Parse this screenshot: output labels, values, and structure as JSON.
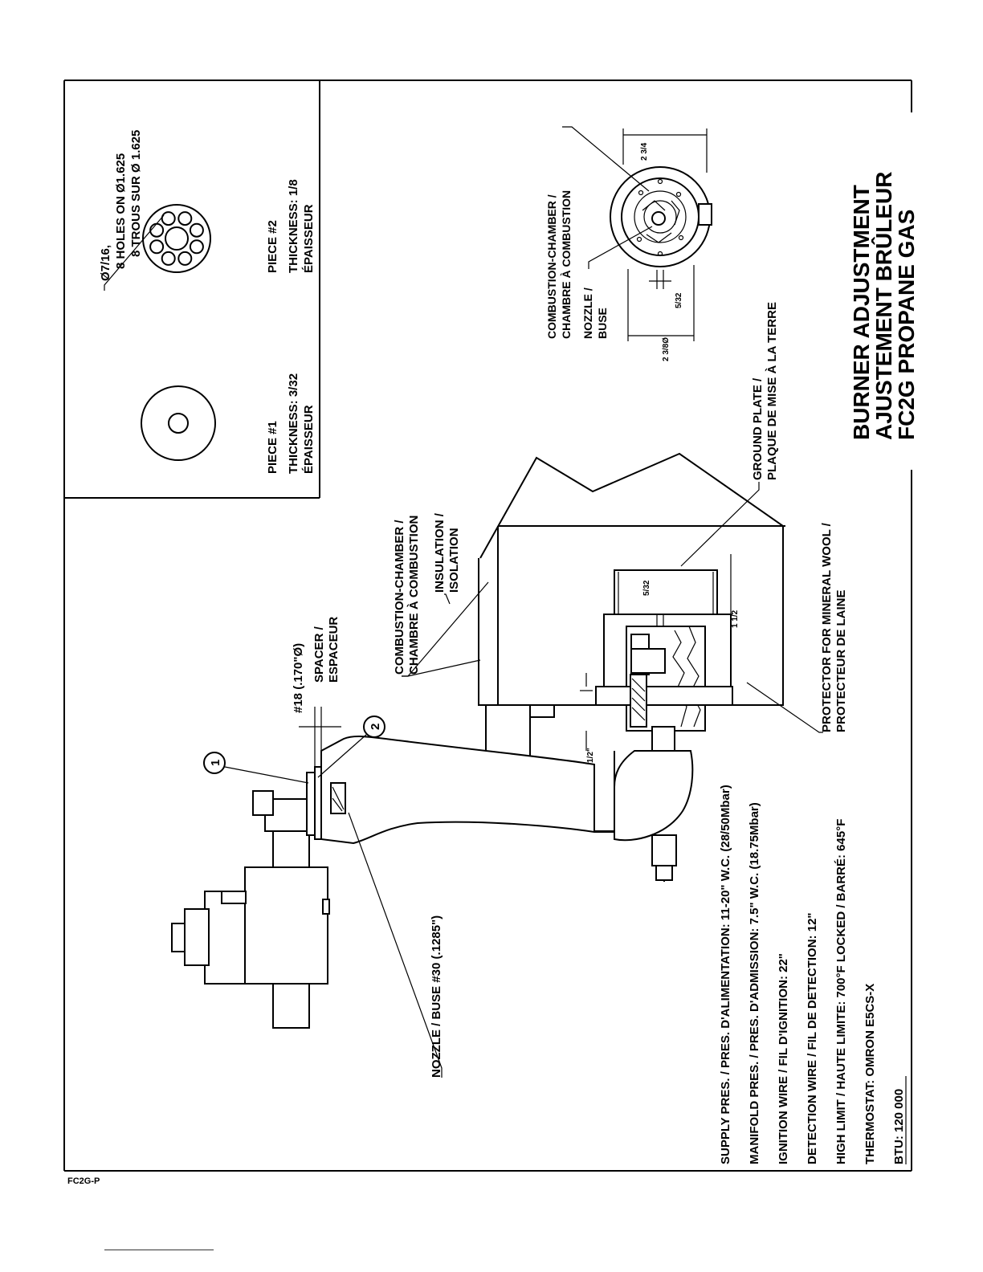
{
  "doc_code": "FC2G-P",
  "title_block": {
    "line1": "BURNER ADJUSTMENT",
    "line2": "AJUSTEMENT BRÛLEUR",
    "line3": "FC2G PROPANE GAS"
  },
  "specs": [
    "SUPPLY PRES. / PRES. D'ALIMENTATION: 11-20\" W.C. (28/50Mbar)",
    "MANIFOLD PRES. / PRES. D'ADMISSION: 7.5\" W.C. (18.75Mbar)",
    "IGNITION WIRE / FIL D'IGNITION: 22\"",
    "DETECTION WIRE / FIL DE DETECTION: 12\"",
    "HIGH LIMIT / HAUTE LIMITE: 700°F LOCKED / BARRÉ: 645°F",
    "THERMOSTAT: OMRON E5CS-X",
    "BTU: 120 000"
  ],
  "piece1": {
    "name": "PIECE #1",
    "thickness": "THICKNESS: 3/32",
    "thickness_fr": "ÉPAISSEUR"
  },
  "piece2": {
    "name": "PIECE #2",
    "thickness": "THICKNESS: 1/8",
    "thickness_fr": "ÉPAISSEUR",
    "holes_dia": "Ø7/16,",
    "holes_en": "8 HOLES ON Ø1.625",
    "holes_fr": "8 TROUS SUR Ø 1.625"
  },
  "end_view": {
    "chamber_en": "COMBUSTION-CHAMBER /",
    "chamber_fr": "CHAMBRE À COMBUSTION",
    "nozzle_en": "NOZZLE /",
    "nozzle_fr": "BUSE",
    "dim_top": "2 3/4",
    "dim_bottom": "2 3/8Ø",
    "dim_gap": "5/32"
  },
  "main_view": {
    "chamber_en": "COMBUSTION-CHAMBER /",
    "chamber_fr": "CHAMBRE À COMBUSTION",
    "insulation_en": "INSULATION /",
    "insulation_fr": "ISOLATION",
    "ground_en": "GROUND PLATE /",
    "ground_fr": "PLAQUE DE MISE À LA TERRE",
    "protector_en": "PROTECTOR FOR MINERAL WOOL /",
    "protector_fr": "PROTECTEUR DE LAINE",
    "spacer_size": "#18 (.170\"Ø)",
    "spacer_en": "SPACER /",
    "spacer_fr": "ESPACEUR",
    "nozzle": "NOZZLE / BUSE #30 (.1285\")",
    "callout1": "1",
    "callout2": "2",
    "dim_half": "1/2\"",
    "dim_one_half": "1 1/2",
    "dim_gap": "5/32"
  }
}
